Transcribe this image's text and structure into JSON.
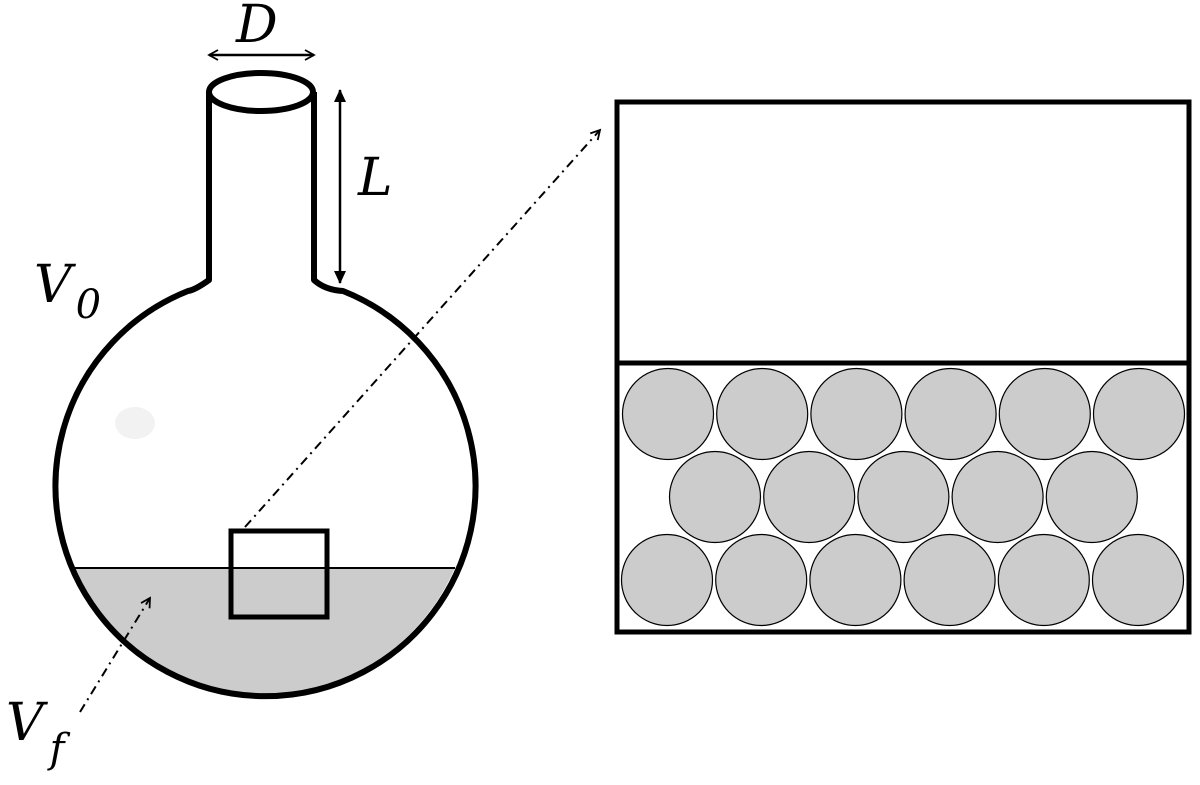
{
  "diagram": {
    "labels": {
      "diameter": "D",
      "neck_length": "L",
      "initial_volume": "V",
      "initial_volume_subscript": "0",
      "final_volume": "V",
      "final_volume_subscript": "f"
    },
    "colors": {
      "outline": "#000000",
      "fluid_fill": "#cccccc",
      "particle_fill": "#cccccc",
      "background": "#ffffff"
    },
    "packing": {
      "rows": [
        6,
        5,
        6
      ]
    }
  }
}
